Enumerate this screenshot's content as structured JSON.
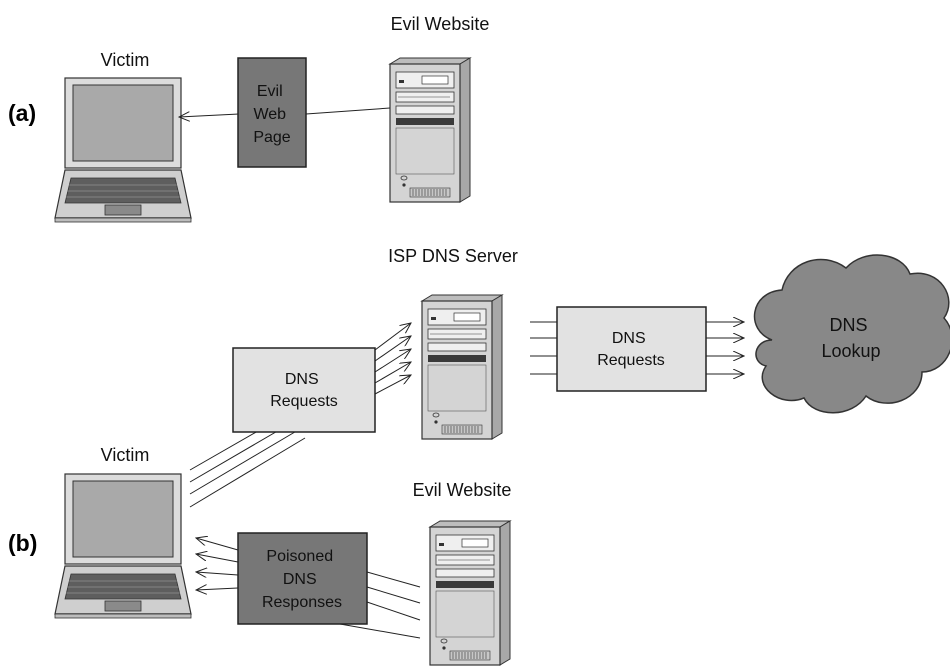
{
  "panel_a": {
    "marker": "(a)",
    "victim_label": "Victim",
    "evil_site_label": "Evil Website",
    "evil_page_lines": [
      "Evil",
      "Web",
      "Page"
    ]
  },
  "panel_b": {
    "marker": "(b)",
    "isp_label": "ISP DNS Server",
    "victim_label": "Victim",
    "evil_site_label": "Evil Website",
    "dns_requests_lines": [
      "DNS",
      "Requests"
    ],
    "dns_requests2_lines": [
      "DNS",
      "Requests"
    ],
    "cloud_lines": [
      "DNS",
      "Lookup"
    ],
    "poisoned_lines": [
      "Poisoned",
      "DNS",
      "Responses"
    ]
  },
  "colors": {
    "dark_box": "#777777",
    "light_box": "#e2e2e2",
    "cloud": "#888888",
    "server": "#d4d4d4",
    "laptop_screen": "#a9a9a9"
  }
}
